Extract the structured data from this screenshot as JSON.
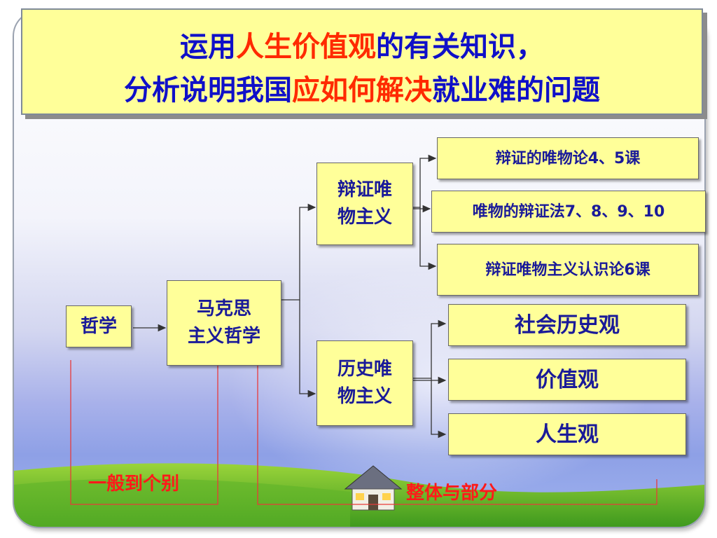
{
  "title": {
    "line1": [
      {
        "text": "运用",
        "hl": false
      },
      {
        "text": "人生价值观",
        "hl": true
      },
      {
        "text": "的有关知识，",
        "hl": false
      }
    ],
    "line2": [
      {
        "text": "分析说明我国",
        "hl": false
      },
      {
        "text": "应如何解决",
        "hl": true
      },
      {
        "text": "就业难的问题",
        "hl": false
      }
    ]
  },
  "nodes": {
    "philosophy": "哲学",
    "marxist": "马克思\n主义哲学",
    "dialectical": "辩证唯\n物主义",
    "historical": "历史唯\n物主义",
    "leaf1": "辩证的唯物论4、5课",
    "leaf2": "唯物的辩证法7、8、9、10",
    "leaf3": "辩证唯物主义认识论6课",
    "leaf4": "社会历史观",
    "leaf5": "价值观",
    "leaf6": "人生观"
  },
  "annotations": {
    "general_to_specific": "一般到个别",
    "whole_and_part": "整体与部分"
  },
  "colors": {
    "title_blue": "#1010c8",
    "highlight_red": "#ff2a00",
    "box_fill": "#ffff99",
    "node_text": "#1a1a99",
    "annotation_red": "#ff1a1a"
  }
}
